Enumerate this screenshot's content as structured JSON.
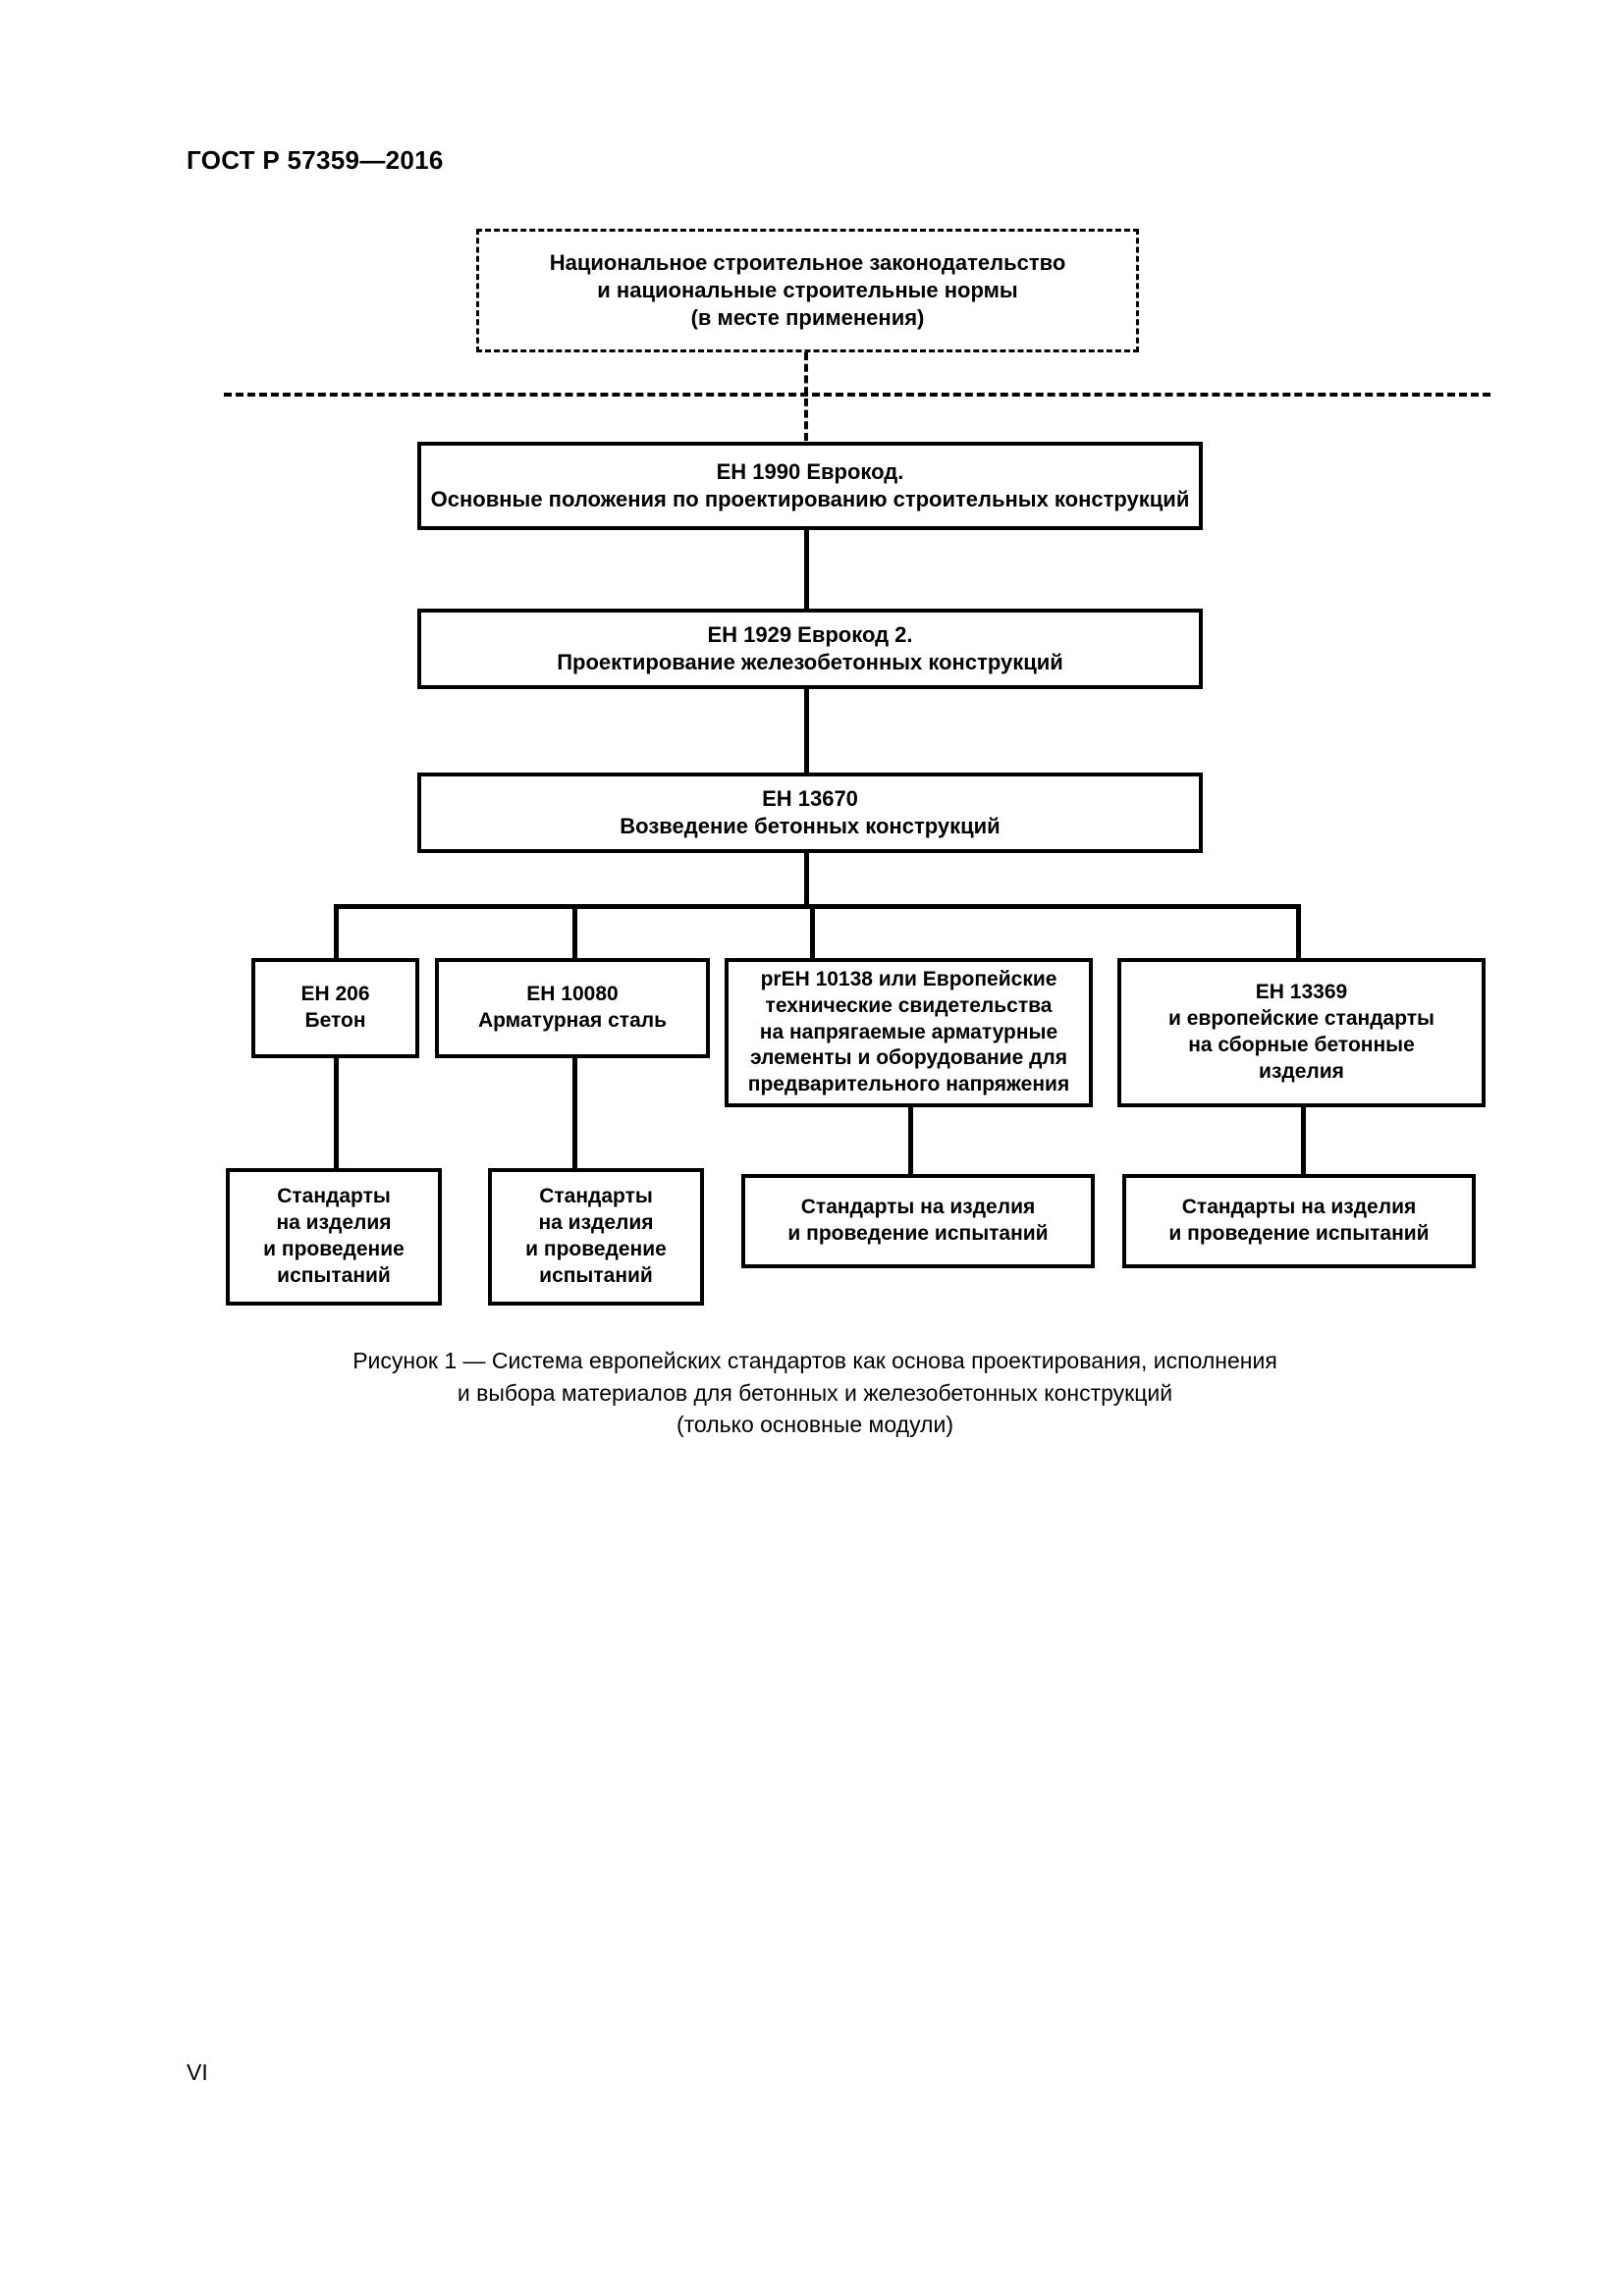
{
  "document": {
    "header": "ГОСТ Р 57359—2016",
    "page_number": "VI"
  },
  "figure": {
    "caption": "Рисунок 1 — Система европейских стандартов как основа проектирования, исполнения\nи выбора материалов для бетонных и железобетонных конструкций\n(только основные модули)",
    "nodes": {
      "national_legislation": "Национальное строительное законодательство\nи национальные строительные нормы\n(в месте применения)",
      "en1990": "ЕН 1990 Еврокод.\nОсновные положения по проектированию строительных конструкций",
      "en1929": "ЕН 1929 Еврокод 2.\nПроектирование железобетонных конструкций",
      "en13670": "ЕН 13670\nВозведение бетонных конструкций",
      "en206": "ЕН 206\nБетон",
      "en10080": "ЕН 10080\nАрматурная сталь",
      "pren10138": "prEH 10138 или Европейские\nтехнические свидетельства\nна напрягаемые арматурные\nэлементы и оборудование для\nпредварительного напряжения",
      "en13369": "ЕН 13369\nи европейские стандарты\nна сборные бетонные\nизделия",
      "std_en206": "Стандарты\nна изделия\nи проведение\nиспытаний",
      "std_en10080": "Стандарты\nна изделия\nи проведение\nиспытаний",
      "std_pren10138": "Стандарты на изделия\nи проведение испытаний",
      "std_en13369": "Стандарты на изделия\nи проведение испытаний"
    }
  },
  "colors": {
    "ink": "#000000",
    "paper": "#ffffff"
  }
}
